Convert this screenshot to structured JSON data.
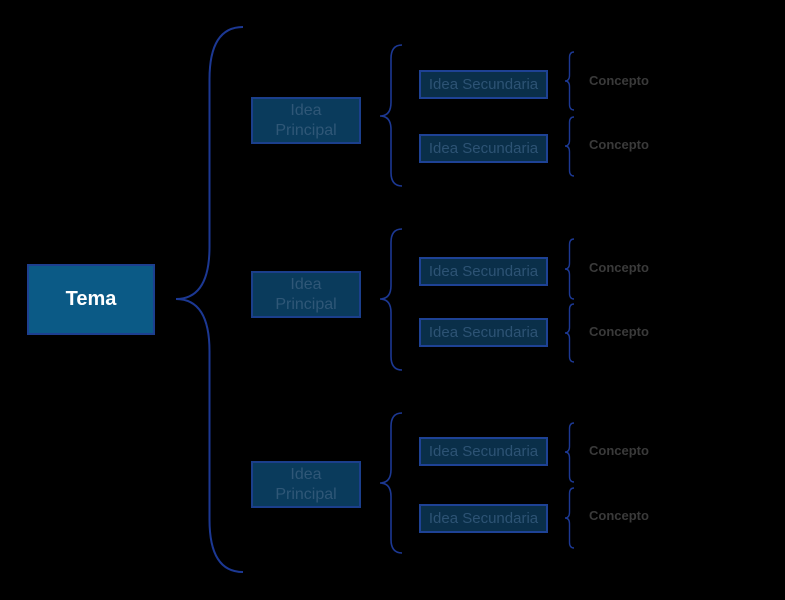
{
  "colors": {
    "background": "#000000",
    "brace": "#1c3893",
    "tema_fill": "#0b5a86",
    "main_fill": "#0a3b5c",
    "secondary_fill": "#0a2f49",
    "concept_text": "#3a3a3a"
  },
  "diagram": {
    "topic": "Tema",
    "branches": [
      {
        "main": "Idea Principal",
        "children": [
          {
            "secondary": "Idea Secundaria",
            "concept": "Concepto"
          },
          {
            "secondary": "Idea Secundaria",
            "concept": "Concepto"
          }
        ]
      },
      {
        "main": "Idea Principal",
        "children": [
          {
            "secondary": "Idea Secundaria",
            "concept": "Concepto"
          },
          {
            "secondary": "Idea Secundaria",
            "concept": "Concepto"
          }
        ]
      },
      {
        "main": "Idea Principal",
        "children": [
          {
            "secondary": "Idea Secundaria",
            "concept": "Concepto"
          },
          {
            "secondary": "Idea Secundaria",
            "concept": "Concepto"
          }
        ]
      }
    ]
  }
}
